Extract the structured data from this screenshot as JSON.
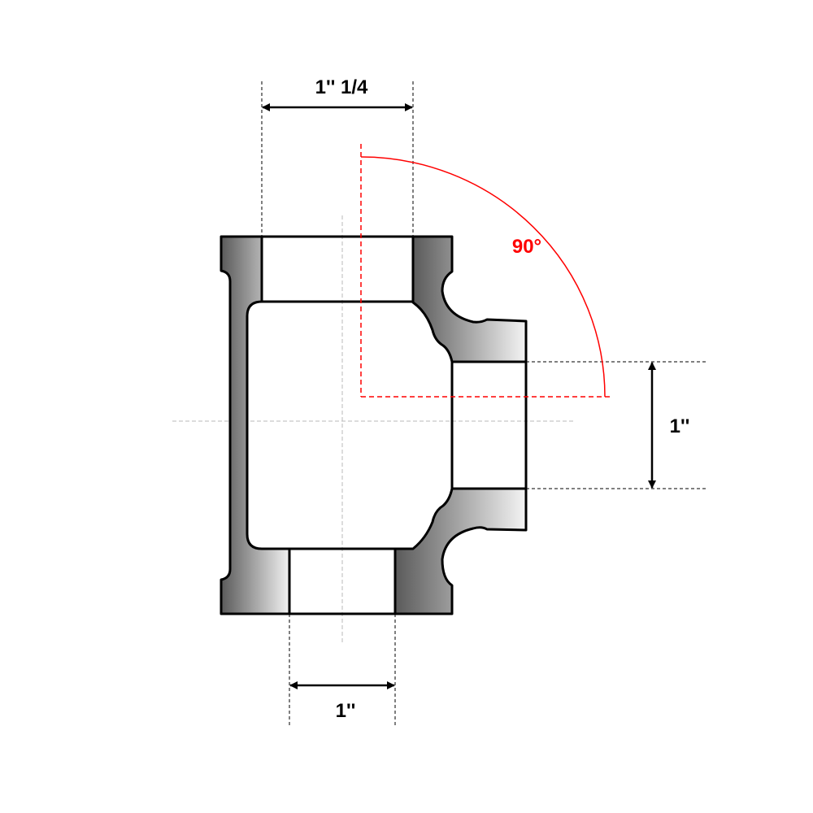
{
  "title": "Pipe tee reducer dimension diagram",
  "dimensions": {
    "top_opening": "1'' 1/4",
    "bottom_opening": "1''",
    "branch_opening": "1''",
    "angle": "90°"
  },
  "colors": {
    "outline": "#000000",
    "angle": "#ff0000",
    "centerline": "#b0b0b0",
    "shade_dark": "#5a5a5a",
    "shade_light": "#f2f2f2"
  }
}
